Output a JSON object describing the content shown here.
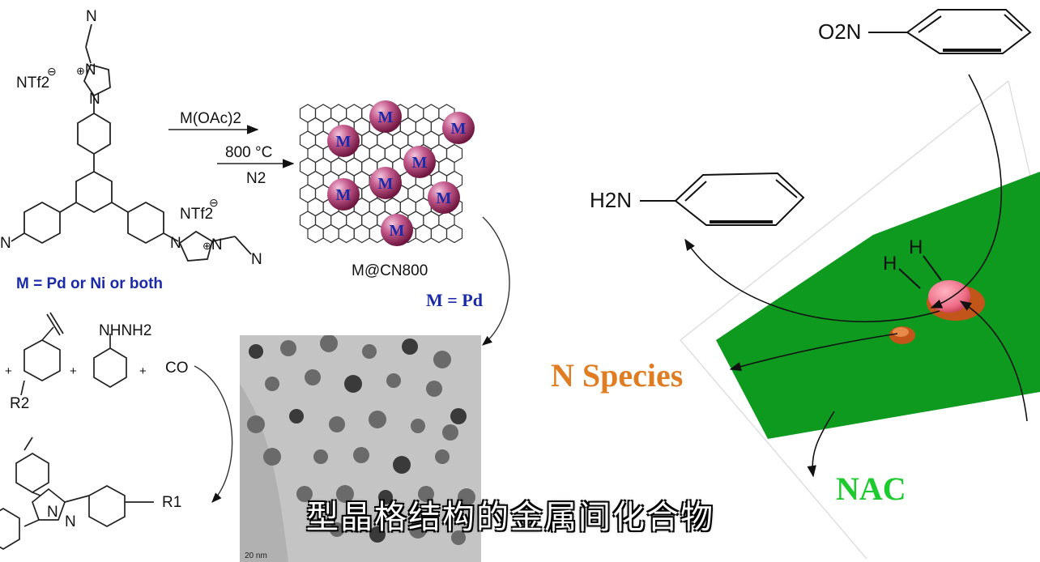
{
  "reactant": {
    "nitrile": "N",
    "anion_left": "NTf2",
    "anion_right": "NTf2",
    "imidazolium_n_top": "N",
    "imidazolium_n_bottom": "N",
    "imidazolium_n_right_a": "N",
    "imidazolium_n_right_b": "N",
    "nitrile_right": "N",
    "left_fragment": "N",
    "metal_def": "M = Pd or Ni or both"
  },
  "conditions": {
    "reagent": "M(OAc)2",
    "temperature": "800 °C",
    "atmosphere": "N2"
  },
  "product": {
    "particle_label": "M",
    "name": "M@CN800",
    "metal": "M = Pd"
  },
  "coupling": {
    "hydrazine": "NHNH2",
    "co": "CO",
    "r2": "R2",
    "r1": "R1",
    "pyrazole_n1": "N",
    "pyrazole_n2": "N"
  },
  "tem": {
    "scale_label": "20 nm"
  },
  "mechanism": {
    "nitro": "O2N",
    "amine": "H2N",
    "h_left": "H",
    "h_right": "H",
    "n_species": "N Species",
    "nac": "NAC"
  },
  "subtitle": "型晶格结构的金属间化合物",
  "colors": {
    "metal_blue": "#1a2aa8",
    "particle_purple": "#a4306a",
    "sheet_green": "#0d9a1f",
    "n_species_orange": "#e07d22",
    "nac_green": "#1ecb2e",
    "active_site_pink": "#ee6d86"
  }
}
